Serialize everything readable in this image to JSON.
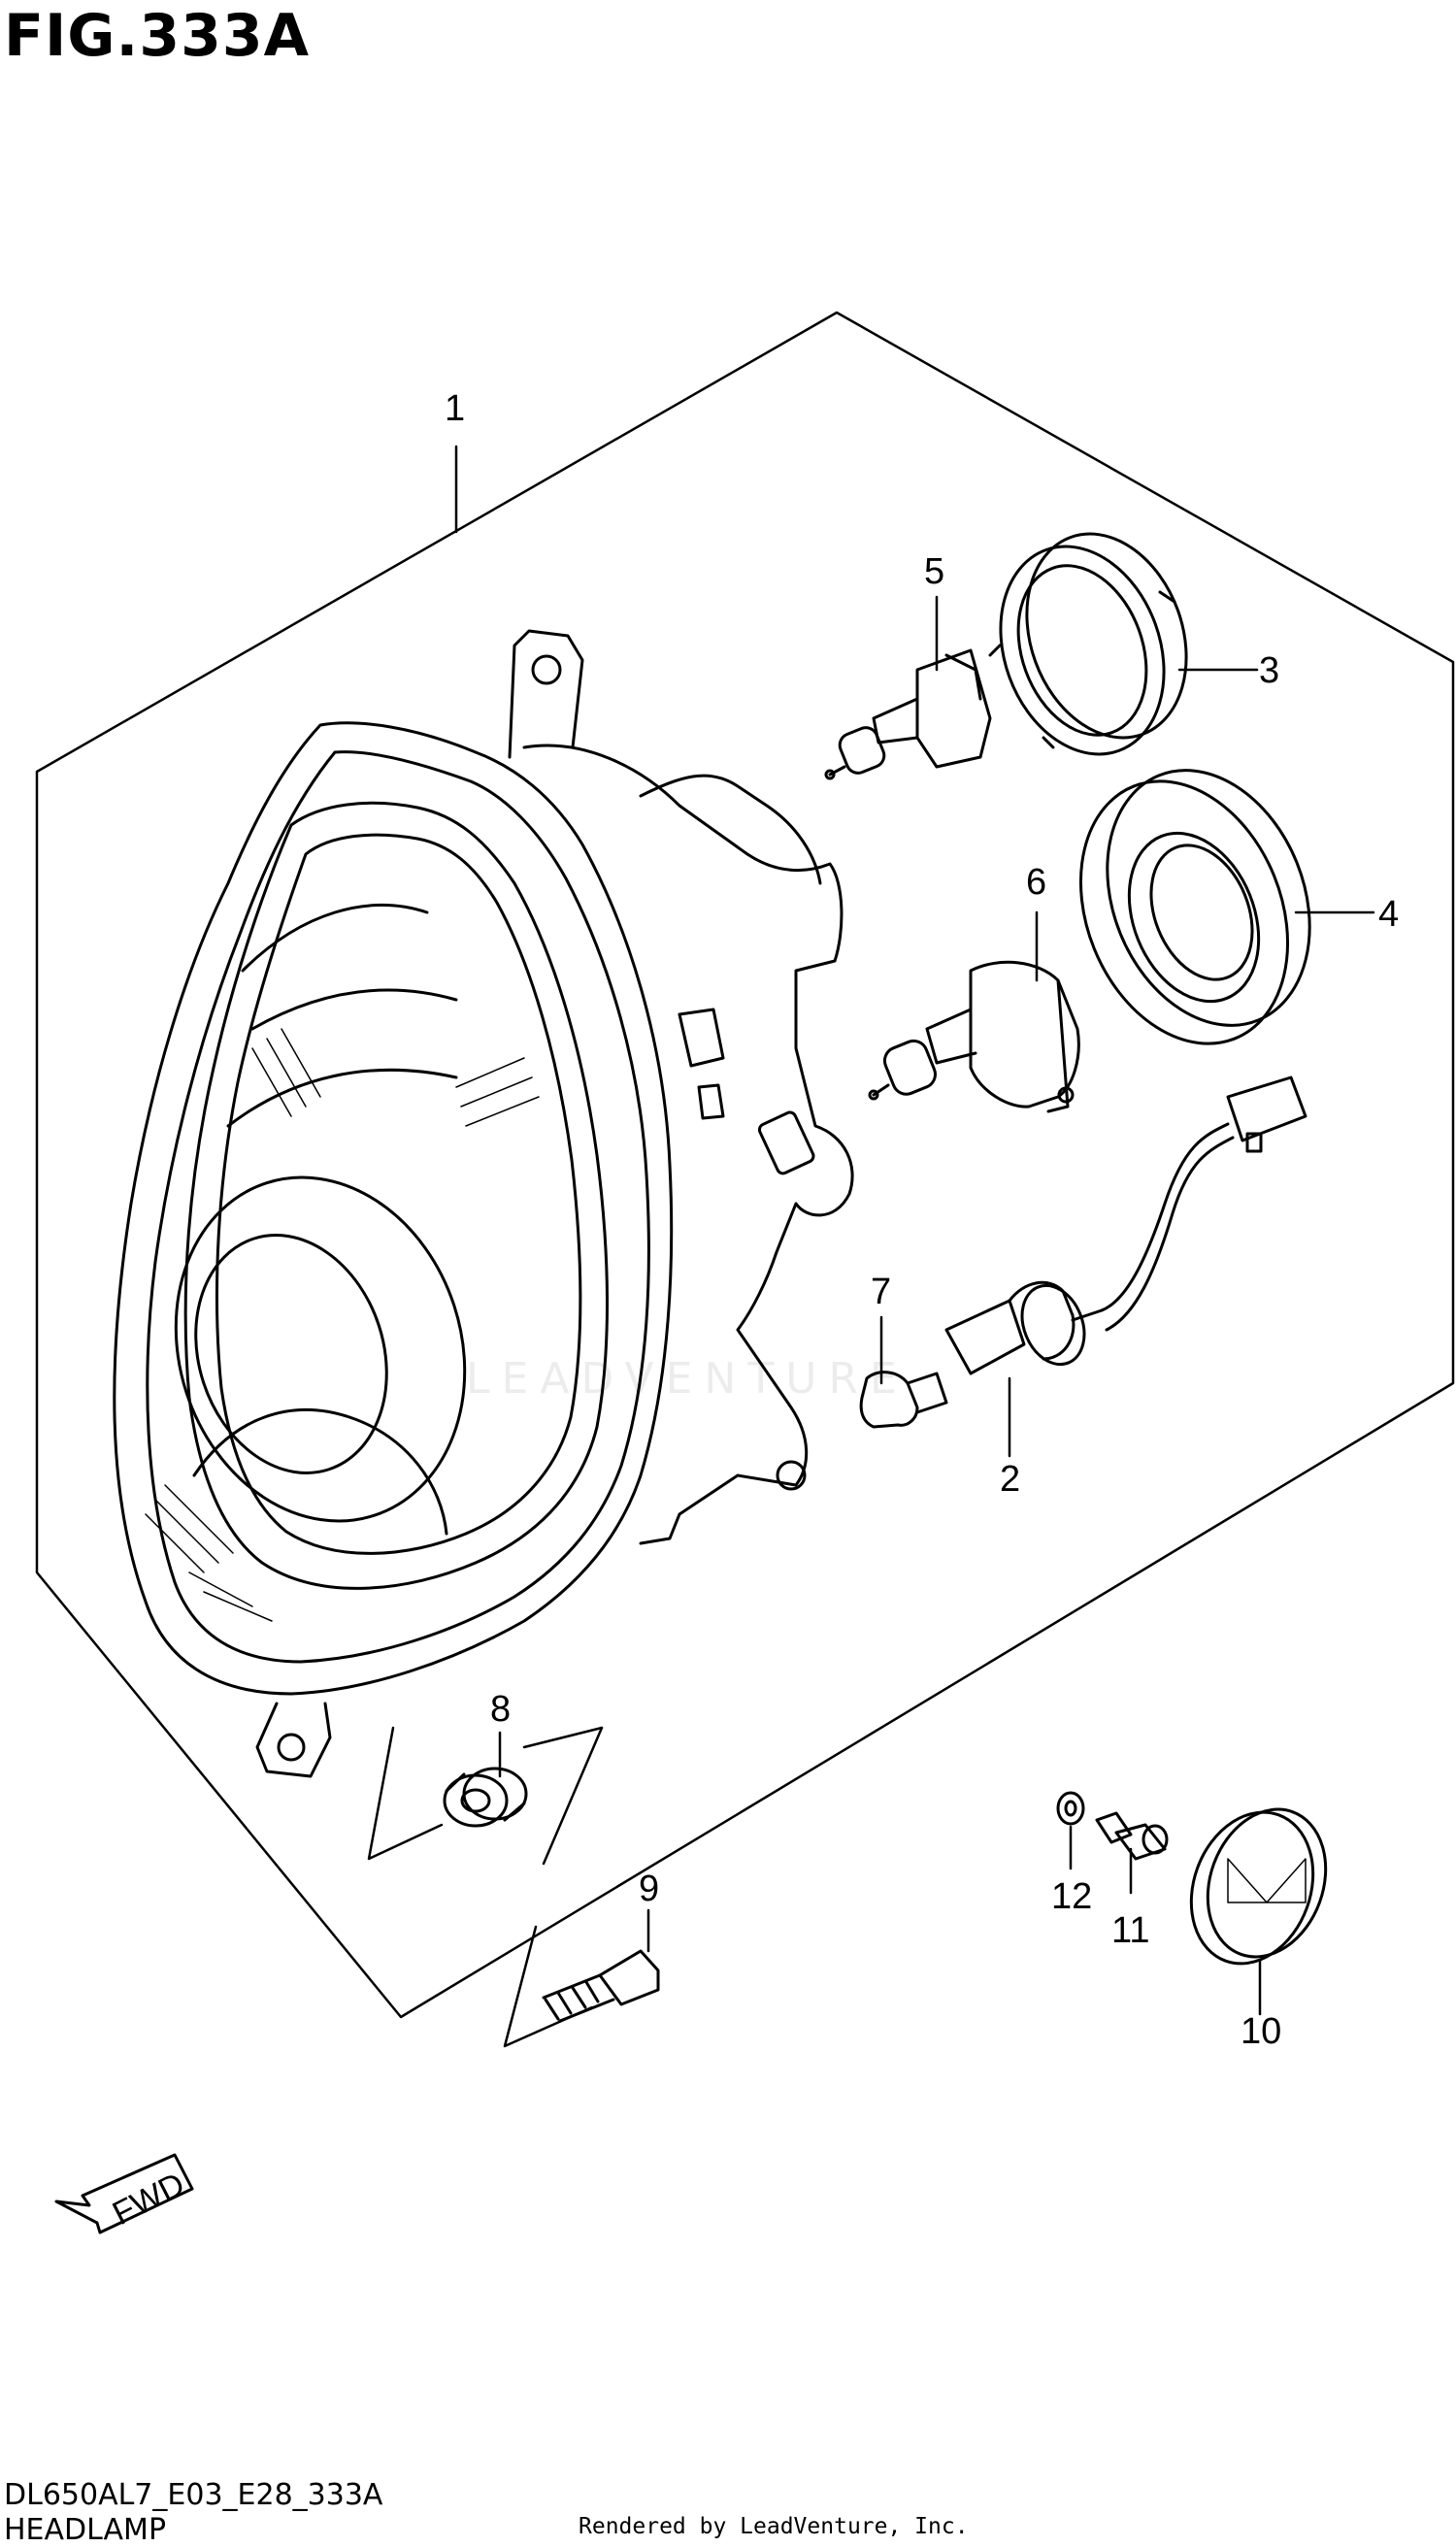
{
  "header": {
    "figure_label": "FIG.333A"
  },
  "callouts": {
    "c1": "1",
    "c2": "2",
    "c3": "3",
    "c4": "4",
    "c5": "5",
    "c6": "6",
    "c7": "7",
    "c8": "8",
    "c9": "9",
    "c10": "10",
    "c11": "11",
    "c12": "12"
  },
  "arrow": {
    "label": "FWD"
  },
  "watermark": "LEADVENTURE",
  "footer": {
    "model_code": "DL650AL7_E03_E28_333A",
    "section_title": "HEADLAMP",
    "credit": "Rendered by LeadVenture, Inc."
  }
}
